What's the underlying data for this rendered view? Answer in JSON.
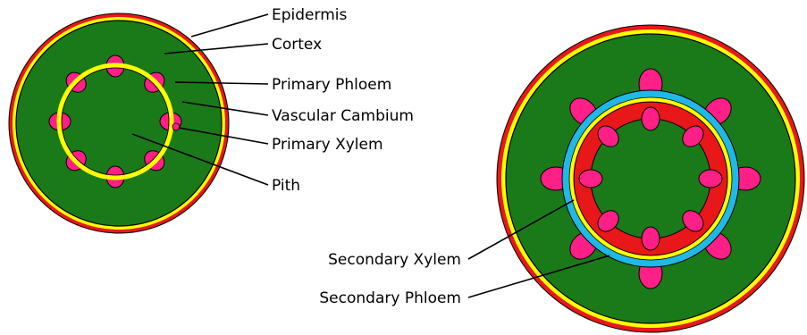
{
  "labels": {
    "epidermis": "Epidermis",
    "cortex": "Cortex",
    "primary_phloem": "Primary Phloem",
    "vascular_cambium": "Vascular Cambium",
    "primary_xylem": "Primary Xylem",
    "pith": "Pith",
    "secondary_xylem": "Secondary Xylem",
    "secondary_phloem": "Secondary Phloem"
  },
  "colors": {
    "epidermis_outer": "#e8171a",
    "epidermis_inner": "#ffff00",
    "cortex": "#1a7a1a",
    "pith": "#1a7a1a",
    "phloem_xylem_lobes": "#ff1f86",
    "vascular_cambium": "#ffff00",
    "secondary_xylem": "#e8171a",
    "secondary_phloem": "#20b8e6",
    "outline": "#000000"
  }
}
